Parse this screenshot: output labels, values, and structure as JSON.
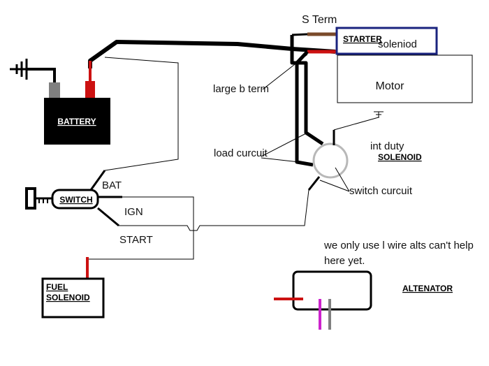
{
  "labels": {
    "s_term": "S Term",
    "starter": "STARTER",
    "solenoid_on_starter": "soleniod",
    "motor": "Motor",
    "large_b_term": "large b term",
    "battery": "BATTERY",
    "load_circuit": "load curcuit",
    "int_duty": "int duty",
    "solenoid": "SOLENOID",
    "switch_circuit": "switch curcuit",
    "switch": "SWITCH",
    "bat": "BAT",
    "ign": "IGN",
    "start": "START",
    "fuel": "FUEL",
    "fuel_solenoid": "SOLENOID",
    "note_line1": "we only use l wire alts can't help",
    "note_line2": "here yet.",
    "alternator": "ALTENATOR"
  },
  "colors": {
    "wire": "#000000",
    "red_terminal": "#cc1111",
    "grey_terminal": "#808080",
    "brown_wire": "#7a4a2a",
    "starter_box": "#1a237e",
    "solenoid_circle": "#b8b8b8",
    "magenta": "#cc22cc"
  }
}
